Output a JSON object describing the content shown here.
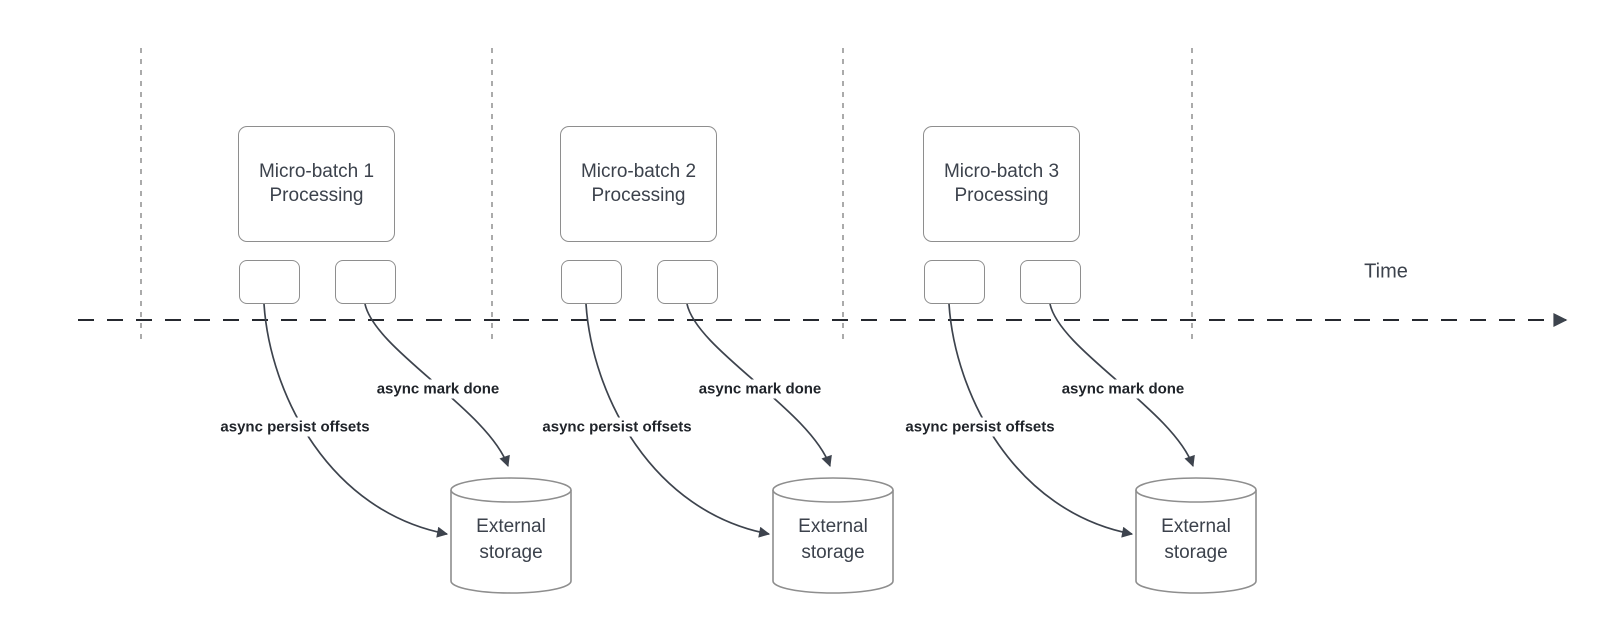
{
  "timeline": {
    "label": "Time"
  },
  "groups": [
    {
      "box_label": "Micro-batch 1 Processing",
      "persist_label": "async persist offsets",
      "done_label": "async mark done",
      "storage_label": "External storage"
    },
    {
      "box_label": "Micro-batch 2 Processing",
      "persist_label": "async persist offsets",
      "done_label": "async mark done",
      "storage_label": "External storage"
    },
    {
      "box_label": "Micro-batch 3 Processing",
      "persist_label": "async persist offsets",
      "done_label": "async mark done",
      "storage_label": "External storage"
    }
  ],
  "colors": {
    "bg": "#ffffff",
    "guide-line": "#ababab",
    "timeline": "#26292f",
    "connector": "#3d434d",
    "shape-stroke": "#8e8e8e",
    "text-primary": "#3c424c",
    "label-text": "#20242a"
  }
}
